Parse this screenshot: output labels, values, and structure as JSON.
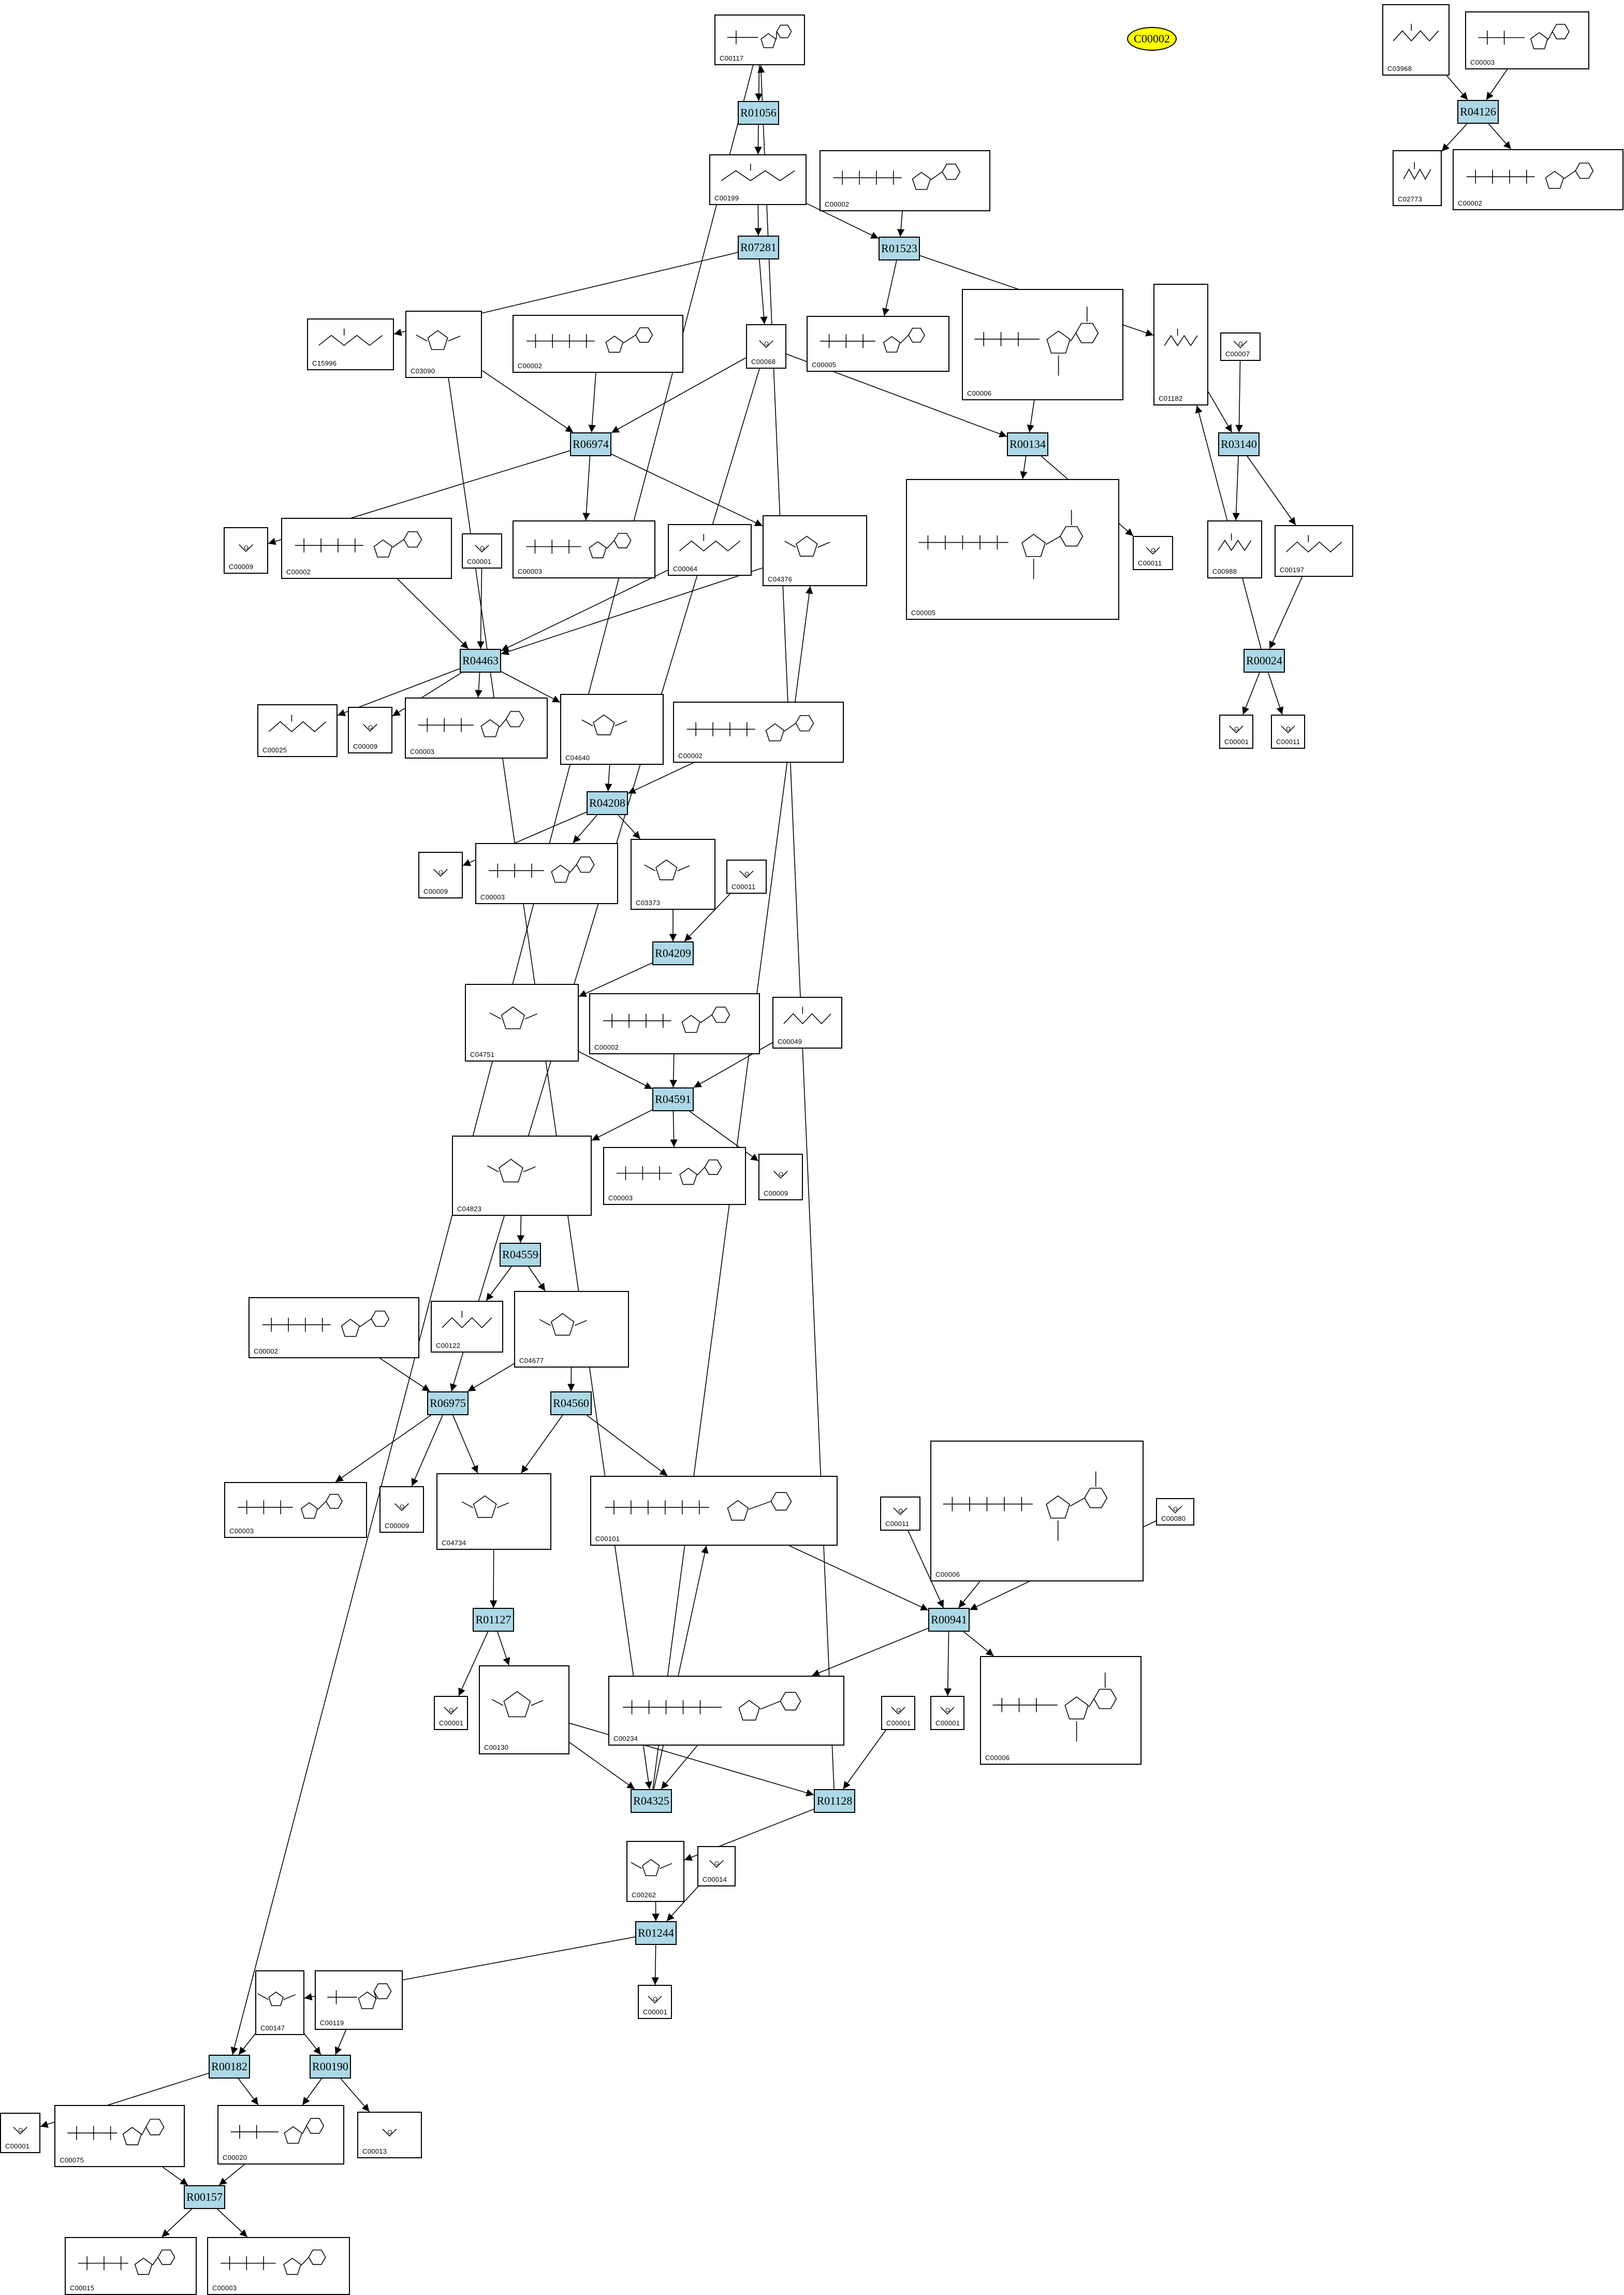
{
  "highlight": {
    "label": "C00002",
    "color": "#ffff00"
  },
  "colors": {
    "reaction_fill": "#add8e6",
    "edge": "#000000",
    "compound_border": "#000000"
  },
  "compounds": [
    {
      "id": "c1",
      "label": "C00117",
      "mol": "nucleotide"
    },
    {
      "id": "c2",
      "label": "C03968",
      "mol": "chain"
    },
    {
      "id": "c3",
      "label": "C00003",
      "mol": "nucleotide"
    },
    {
      "id": "c4",
      "label": "C00199",
      "mol": "chain"
    },
    {
      "id": "c5",
      "label": "C00002",
      "mol": "nucleotide"
    },
    {
      "id": "c6",
      "label": "C02773",
      "mol": "chain"
    },
    {
      "id": "c7",
      "label": "C00002",
      "mol": "nucleotide"
    },
    {
      "id": "c8",
      "label": "C15996",
      "mol": "chain"
    },
    {
      "id": "c9",
      "label": "C03090",
      "mol": "ring"
    },
    {
      "id": "c10",
      "label": "C00002",
      "mol": "nucleotide"
    },
    {
      "id": "c11",
      "label": "C00068",
      "mol": "small"
    },
    {
      "id": "c12",
      "label": "C00005",
      "mol": "nucleotide"
    },
    {
      "id": "c13",
      "label": "C00006",
      "mol": "big"
    },
    {
      "id": "c14",
      "label": "C01182",
      "mol": "chain"
    },
    {
      "id": "c15",
      "label": "C00007",
      "mol": "small"
    },
    {
      "id": "c16",
      "label": "C00009",
      "mol": "small"
    },
    {
      "id": "c17",
      "label": "C00002",
      "mol": "nucleotide"
    },
    {
      "id": "c18",
      "label": "C00001",
      "mol": "small"
    },
    {
      "id": "c19",
      "label": "C00003",
      "mol": "nucleotide"
    },
    {
      "id": "c20",
      "label": "C00064",
      "mol": "chain"
    },
    {
      "id": "c21",
      "label": "C04376",
      "mol": "ring"
    },
    {
      "id": "c22",
      "label": "C00005",
      "mol": "big"
    },
    {
      "id": "c23",
      "label": "C00011",
      "mol": "small"
    },
    {
      "id": "c24",
      "label": "C00988",
      "mol": "chain"
    },
    {
      "id": "c25",
      "label": "C00197",
      "mol": "chain"
    },
    {
      "id": "c26",
      "label": "C00025",
      "mol": "chain"
    },
    {
      "id": "c27",
      "label": "C00009",
      "mol": "small"
    },
    {
      "id": "c28",
      "label": "C00003",
      "mol": "nucleotide"
    },
    {
      "id": "c29",
      "label": "C04640",
      "mol": "ring"
    },
    {
      "id": "c30",
      "label": "C00002",
      "mol": "nucleotide"
    },
    {
      "id": "c31",
      "label": "C00001",
      "mol": "small"
    },
    {
      "id": "c32",
      "label": "C00011",
      "mol": "small"
    },
    {
      "id": "c33",
      "label": "C00009",
      "mol": "small"
    },
    {
      "id": "c34",
      "label": "C00003",
      "mol": "nucleotide"
    },
    {
      "id": "c35",
      "label": "C03373",
      "mol": "ring"
    },
    {
      "id": "c36",
      "label": "C00011",
      "mol": "small"
    },
    {
      "id": "c37",
      "label": "C04751",
      "mol": "ring"
    },
    {
      "id": "c38",
      "label": "C00002",
      "mol": "nucleotide"
    },
    {
      "id": "c39",
      "label": "C00049",
      "mol": "chain"
    },
    {
      "id": "c40",
      "label": "C04823",
      "mol": "ring"
    },
    {
      "id": "c41",
      "label": "C00003",
      "mol": "nucleotide"
    },
    {
      "id": "c42",
      "label": "C00009",
      "mol": "small"
    },
    {
      "id": "c43",
      "label": "C00002",
      "mol": "nucleotide"
    },
    {
      "id": "c44",
      "label": "C00122",
      "mol": "chain"
    },
    {
      "id": "c45",
      "label": "C04677",
      "mol": "ring"
    },
    {
      "id": "c46",
      "label": "C00003",
      "mol": "nucleotide"
    },
    {
      "id": "c47",
      "label": "C00009",
      "mol": "small"
    },
    {
      "id": "c48",
      "label": "C04734",
      "mol": "ring"
    },
    {
      "id": "c49",
      "label": "C00101",
      "mol": "long"
    },
    {
      "id": "c50",
      "label": "C00011",
      "mol": "small"
    },
    {
      "id": "c51",
      "label": "C00006",
      "mol": "big"
    },
    {
      "id": "c52",
      "label": "C00080",
      "mol": "small"
    },
    {
      "id": "c53",
      "label": "C00001",
      "mol": "small"
    },
    {
      "id": "c54",
      "label": "C00130",
      "mol": "ring"
    },
    {
      "id": "c55",
      "label": "C00234",
      "mol": "long"
    },
    {
      "id": "c56",
      "label": "C00001",
      "mol": "small"
    },
    {
      "id": "c57",
      "label": "C00001",
      "mol": "small"
    },
    {
      "id": "c58",
      "label": "C00006",
      "mol": "big"
    },
    {
      "id": "c59",
      "label": "C00262",
      "mol": "ring"
    },
    {
      "id": "c60",
      "label": "C00014",
      "mol": "small"
    },
    {
      "id": "c61",
      "label": "C00001",
      "mol": "small"
    },
    {
      "id": "c62",
      "label": "C00147",
      "mol": "ring"
    },
    {
      "id": "c63",
      "label": "C00119",
      "mol": "nucleotide"
    },
    {
      "id": "c64",
      "label": "C00001",
      "mol": "small"
    },
    {
      "id": "c65",
      "label": "C00075",
      "mol": "nucleotide"
    },
    {
      "id": "c66",
      "label": "C00020",
      "mol": "nucleotide"
    },
    {
      "id": "c67",
      "label": "C00013",
      "mol": "small"
    },
    {
      "id": "c68",
      "label": "C00015",
      "mol": "nucleotide"
    },
    {
      "id": "c69",
      "label": "C00003",
      "mol": "nucleotide"
    }
  ],
  "reactions": [
    {
      "id": "r1",
      "label": "R01056"
    },
    {
      "id": "r2",
      "label": "R04126"
    },
    {
      "id": "r3",
      "label": "R07281"
    },
    {
      "id": "r4",
      "label": "R01523"
    },
    {
      "id": "r5",
      "label": "R06974"
    },
    {
      "id": "r6",
      "label": "R00134"
    },
    {
      "id": "r7",
      "label": "R03140"
    },
    {
      "id": "r8",
      "label": "R04463"
    },
    {
      "id": "r9",
      "label": "R00024"
    },
    {
      "id": "r10",
      "label": "R04208"
    },
    {
      "id": "r11",
      "label": "R04209"
    },
    {
      "id": "r12",
      "label": "R04591"
    },
    {
      "id": "r13",
      "label": "R04559"
    },
    {
      "id": "r14",
      "label": "R06975"
    },
    {
      "id": "r15",
      "label": "R04560"
    },
    {
      "id": "r16",
      "label": "R01127"
    },
    {
      "id": "r17",
      "label": "R00941"
    },
    {
      "id": "r18",
      "label": "R04325"
    },
    {
      "id": "r19",
      "label": "R01128"
    },
    {
      "id": "r20",
      "label": "R01244"
    },
    {
      "id": "r21",
      "label": "R00182"
    },
    {
      "id": "r22",
      "label": "R00190"
    },
    {
      "id": "r23",
      "label": "R00157"
    }
  ],
  "edges": [
    [
      "c1",
      "r1"
    ],
    [
      "r1",
      "c4"
    ],
    [
      "c2",
      "r2"
    ],
    [
      "c3",
      "r2"
    ],
    [
      "r2",
      "c6"
    ],
    [
      "r2",
      "c7"
    ],
    [
      "c4",
      "r3"
    ],
    [
      "c4",
      "r4"
    ],
    [
      "c5",
      "r4"
    ],
    [
      "r4",
      "c12"
    ],
    [
      "r4",
      "c14"
    ],
    [
      "r3",
      "c8"
    ],
    [
      "r3",
      "c11"
    ],
    [
      "c9",
      "r5"
    ],
    [
      "c10",
      "r5"
    ],
    [
      "c11",
      "r5"
    ],
    [
      "r5",
      "c16"
    ],
    [
      "r5",
      "c19"
    ],
    [
      "r5",
      "c21"
    ],
    [
      "c11",
      "r6"
    ],
    [
      "c13",
      "r6"
    ],
    [
      "r6",
      "c22"
    ],
    [
      "r6",
      "c23"
    ],
    [
      "c14",
      "r7"
    ],
    [
      "c15",
      "r7"
    ],
    [
      "r7",
      "c24"
    ],
    [
      "r7",
      "c25"
    ],
    [
      "c25",
      "r9"
    ],
    [
      "r9",
      "c31"
    ],
    [
      "r9",
      "c32"
    ],
    [
      "r9",
      "c14"
    ],
    [
      "c17",
      "r8"
    ],
    [
      "c18",
      "r8"
    ],
    [
      "c20",
      "r8"
    ],
    [
      "c21",
      "r8"
    ],
    [
      "r8",
      "c26"
    ],
    [
      "r8",
      "c27"
    ],
    [
      "r8",
      "c28"
    ],
    [
      "r8",
      "c29"
    ],
    [
      "c29",
      "r10"
    ],
    [
      "c30",
      "r10"
    ],
    [
      "r10",
      "c33"
    ],
    [
      "r10",
      "c34"
    ],
    [
      "r10",
      "c35"
    ],
    [
      "c35",
      "r11"
    ],
    [
      "c36",
      "r11"
    ],
    [
      "r11",
      "c37"
    ],
    [
      "c37",
      "r12"
    ],
    [
      "c38",
      "r12"
    ],
    [
      "c39",
      "r12"
    ],
    [
      "r12",
      "c40"
    ],
    [
      "r12",
      "c41"
    ],
    [
      "r12",
      "c42"
    ],
    [
      "c40",
      "r13"
    ],
    [
      "r13",
      "c44"
    ],
    [
      "r13",
      "c45"
    ],
    [
      "c43",
      "r14"
    ],
    [
      "c45",
      "r14"
    ],
    [
      "c11",
      "r14"
    ],
    [
      "r14",
      "c46"
    ],
    [
      "r14",
      "c47"
    ],
    [
      "r14",
      "c48"
    ],
    [
      "c45",
      "r15"
    ],
    [
      "r15",
      "c48"
    ],
    [
      "r15",
      "c49"
    ],
    [
      "c48",
      "r16"
    ],
    [
      "r16",
      "c53"
    ],
    [
      "r16",
      "c54"
    ],
    [
      "c49",
      "r17"
    ],
    [
      "c50",
      "r17"
    ],
    [
      "c51",
      "r17"
    ],
    [
      "c52",
      "r17"
    ],
    [
      "r17",
      "c55"
    ],
    [
      "r17",
      "c57"
    ],
    [
      "r17",
      "c58"
    ],
    [
      "c55",
      "r18"
    ],
    [
      "c54",
      "r18"
    ],
    [
      "c9",
      "r18"
    ],
    [
      "r18",
      "c49"
    ],
    [
      "r18",
      "c21"
    ],
    [
      "c54",
      "r19"
    ],
    [
      "c56",
      "r19"
    ],
    [
      "r19",
      "c1"
    ],
    [
      "r19",
      "c59"
    ],
    [
      "c59",
      "r20"
    ],
    [
      "c60",
      "r20"
    ],
    [
      "r20",
      "c61"
    ],
    [
      "r20",
      "c62"
    ],
    [
      "c1",
      "r21"
    ],
    [
      "c62",
      "r21"
    ],
    [
      "r21",
      "c64"
    ],
    [
      "r21",
      "c66"
    ],
    [
      "c62",
      "r22"
    ],
    [
      "c63",
      "r22"
    ],
    [
      "r22",
      "c66"
    ],
    [
      "r22",
      "c67"
    ],
    [
      "c65",
      "r23"
    ],
    [
      "c66",
      "r23"
    ],
    [
      "r23",
      "c68"
    ],
    [
      "r23",
      "c69"
    ]
  ]
}
